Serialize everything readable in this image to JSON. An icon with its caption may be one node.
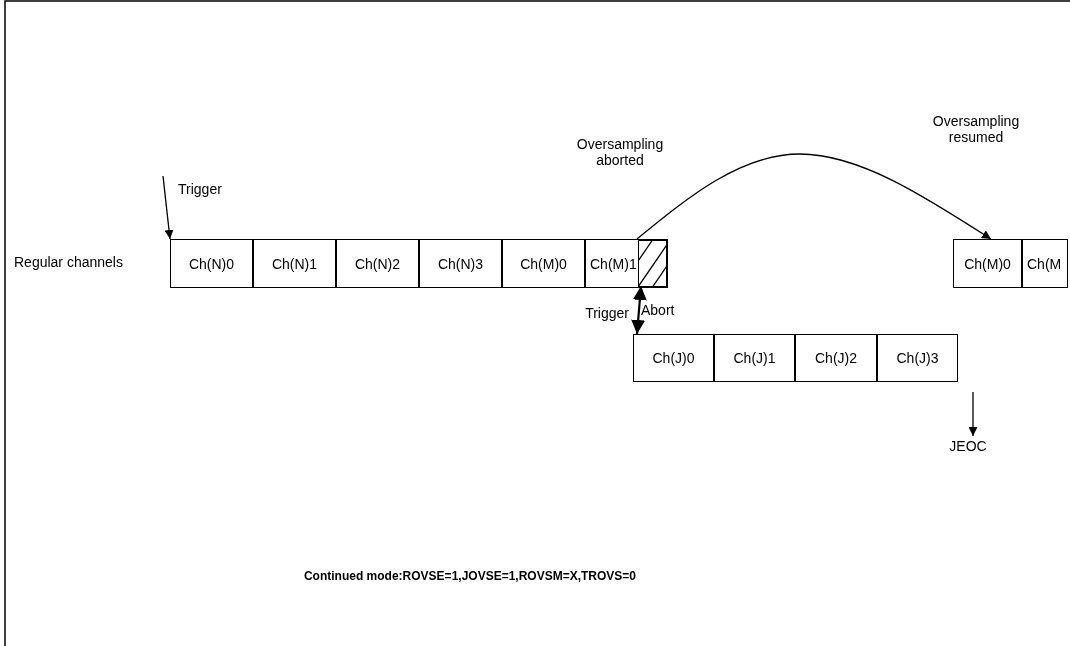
{
  "diagram": {
    "nodes": [
      {
        "text": [
          "Ch(N)0"
        ]
      },
      {
        "text": [
          "Ch(N)1"
        ]
      },
      {
        "text": [
          "Ch(N)2"
        ]
      },
      {
        "text": [
          "Ch(N)3"
        ]
      },
      {
        "text": [
          "Ch(M)0"
        ]
      },
      {
        "text": [
          "Ch(M)1"
        ]
      },
      {
        "text": [],
        "shape": "box",
        "in": 5
      },
      {
        "text": [
          "Ch(M)0"
        ]
      },
      {
        "text": [
          "Ch(M"
        ]
      },
      {
        "text": [
          "Ch(J)0"
        ]
      },
      {
        "text": [
          "Ch(J)1"
        ]
      },
      {
        "text": [
          "Ch(J)2"
        ]
      },
      {
        "text": [
          "Ch(J)3"
        ]
      },
      {
        "text": [
          "JEOC"
        ]
      }
    ],
    "edges": [
      {
        "from": null,
        "to": 0,
        "arrow": "to"
      },
      {
        "from": 6,
        "to": 7,
        "arrow": "to"
      },
      {
        "from": 6,
        "to": 9,
        "arrow": "both"
      },
      {
        "from": null,
        "to": 13,
        "arrow": "to"
      }
    ],
    "labels": [
      "Oversampling resumed",
      "Trigger",
      "Oversampling aborted",
      "Regular channels",
      "Trigger",
      "Abort",
      "Continued mode:ROVSE=1,JOVSE=1,ROVSM=X,TROVS=0"
    ]
  }
}
